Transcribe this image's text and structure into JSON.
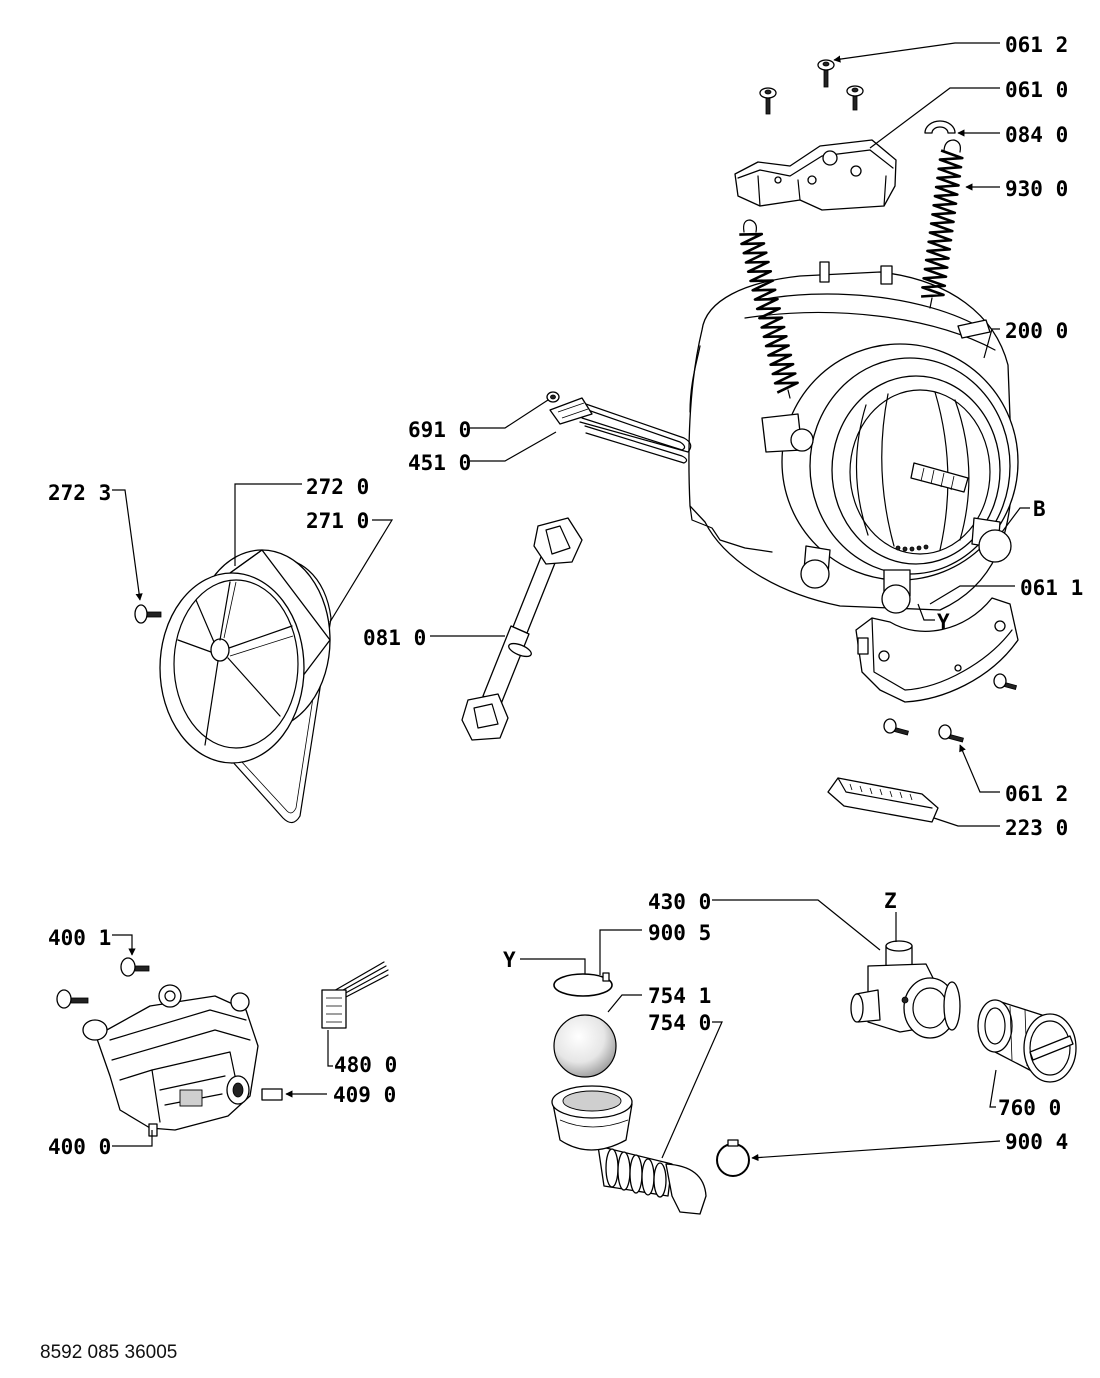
{
  "callouts": [
    "061 2",
    "061 0",
    "084 0",
    "930 0",
    "200 0",
    "691 0",
    "451 0",
    "272 3",
    "272 0",
    "271 0",
    "B",
    "061 1",
    "Y",
    "081 0",
    "061 2",
    "223 0",
    "430 0",
    "Z",
    "400 1",
    "900 5",
    "Y",
    "754 1",
    "754 0",
    "480 0",
    "409 0",
    "760 0",
    "400 0",
    "900 4"
  ],
  "footer": {
    "document_number": "8592 085 36005"
  }
}
